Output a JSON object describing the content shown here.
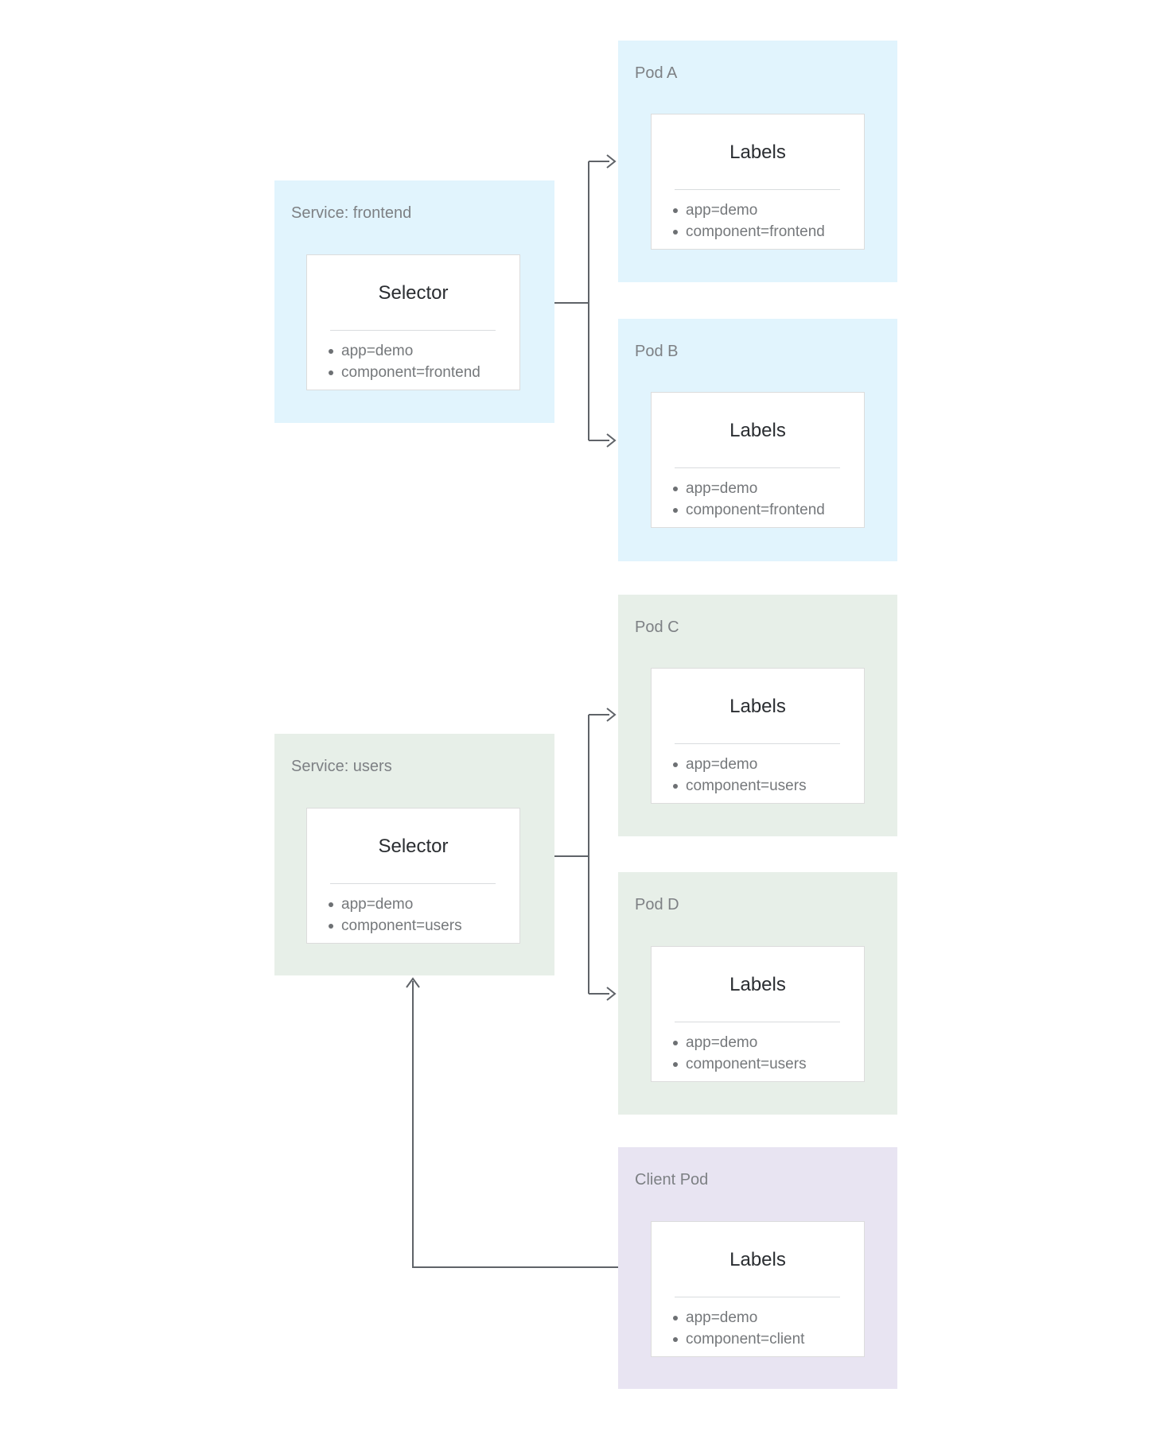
{
  "colors": {
    "blue": "#e1f4fd",
    "green": "#e7efe8",
    "purple": "#e8e4f2",
    "card_background": "#ffffff",
    "card_border": "#dcdcdc",
    "divider": "#d9dcde",
    "header_text": "#7d8084",
    "item_text": "#75787b",
    "title_text": "#2a2d31",
    "arrow": "#5f6368"
  },
  "nodes": [
    {
      "id": "service-frontend",
      "header": "Service: frontend",
      "card_title": "Selector",
      "items": [
        "app=demo",
        "component=frontend"
      ],
      "color": "blue"
    },
    {
      "id": "pod-a",
      "header": "Pod A",
      "card_title": "Labels",
      "items": [
        "app=demo",
        "component=frontend"
      ],
      "color": "blue"
    },
    {
      "id": "pod-b",
      "header": "Pod B",
      "card_title": "Labels",
      "items": [
        "app=demo",
        "component=frontend"
      ],
      "color": "blue"
    },
    {
      "id": "service-users",
      "header": "Service: users",
      "card_title": "Selector",
      "items": [
        "app=demo",
        "component=users"
      ],
      "color": "green"
    },
    {
      "id": "pod-c",
      "header": "Pod C",
      "card_title": "Labels",
      "items": [
        "app=demo",
        "component=users"
      ],
      "color": "green"
    },
    {
      "id": "pod-d",
      "header": "Pod D",
      "card_title": "Labels",
      "items": [
        "app=demo",
        "component=users"
      ],
      "color": "green"
    },
    {
      "id": "client-pod",
      "header": "Client Pod",
      "card_title": "Labels",
      "items": [
        "app=demo",
        "component=client"
      ],
      "color": "purple"
    }
  ],
  "connectors": [
    {
      "from": "service-frontend",
      "to": "pod-a"
    },
    {
      "from": "service-frontend",
      "to": "pod-b"
    },
    {
      "from": "service-users",
      "to": "pod-c"
    },
    {
      "from": "service-users",
      "to": "pod-d"
    },
    {
      "from": "client-pod",
      "to": "service-users"
    }
  ]
}
